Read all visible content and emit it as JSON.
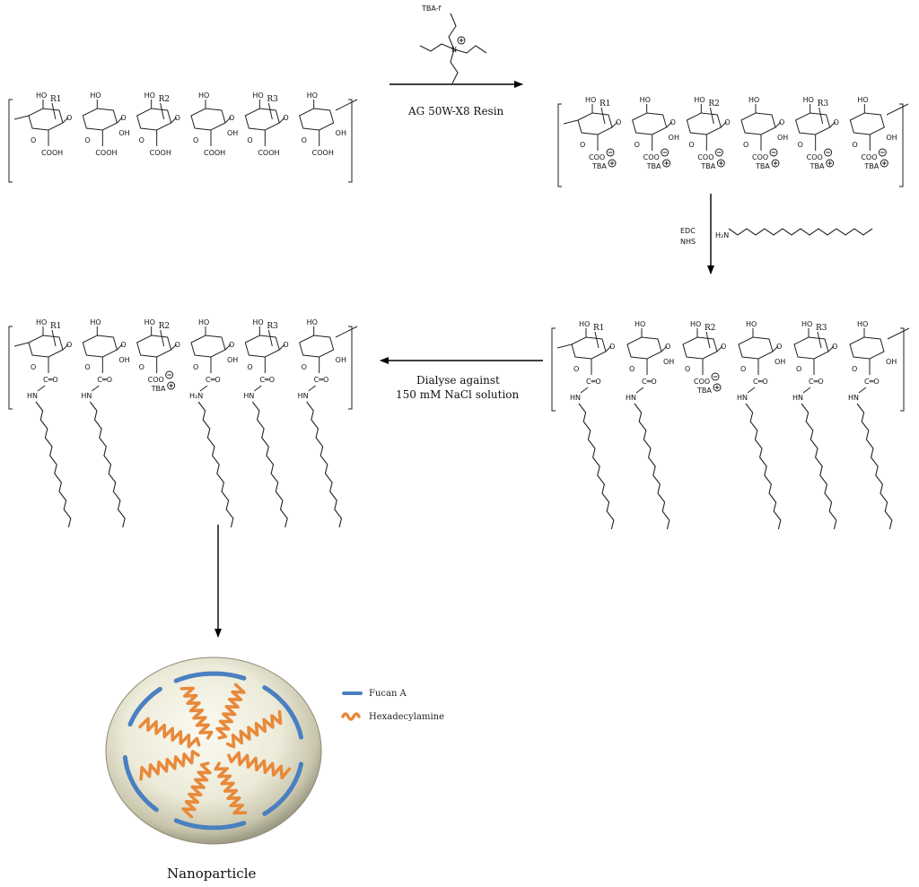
{
  "reagent": {
    "tba_label": "TBA-f",
    "resin_label": "AG 50W-X8 Resin",
    "edc_label": "EDC",
    "nhs_label": "NHS",
    "amine_label": "H₂N",
    "dialysis_line1": "Dialyse against",
    "dialysis_line2": "150 mM NaCl solution"
  },
  "groups": {
    "ho": "HO",
    "oh": "OH",
    "o": "O",
    "cooh": "COOH",
    "coo": "COO",
    "tba": "TBA",
    "amide": "C═O",
    "hn": "HN",
    "h2n": "H₂N",
    "r1": "R1",
    "r2": "R2",
    "r3": "R3"
  },
  "legend": {
    "fucan_label": "Fucan A",
    "hexa_label": "Hexadecylamine",
    "fucan_color": "#4a7fc1",
    "hexa_color": "#e8893a"
  },
  "nanoparticle_label": "Nanoparticle"
}
